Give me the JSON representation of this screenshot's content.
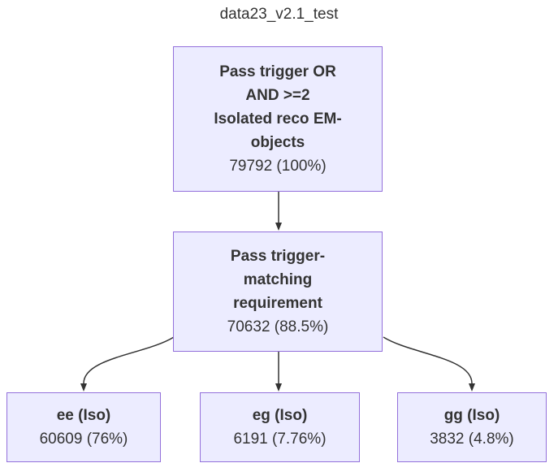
{
  "title": "data23_v2.1_test",
  "colors": {
    "background": "#FFFFFF",
    "node_fill": "#ECECFF",
    "node_border": "#9370DB",
    "text": "#333333",
    "edge": "#333333"
  },
  "nodes": {
    "root": {
      "label": "Pass trigger OR\nAND >=2\nIsolated reco EM-\nobjects",
      "count": "79792 (100%)"
    },
    "match": {
      "label": "Pass trigger-\nmatching\nrequirement",
      "count": "70632 (88.5%)"
    },
    "ee": {
      "label": "ee (Iso)",
      "count": "60609 (76%)"
    },
    "eg": {
      "label": "eg (Iso)",
      "count": "6191 (7.76%)"
    },
    "gg": {
      "label": "gg (Iso)",
      "count": "3832 (4.8%)"
    }
  },
  "edges": [
    {
      "from": "root",
      "to": "match"
    },
    {
      "from": "match",
      "to": "ee"
    },
    {
      "from": "match",
      "to": "eg"
    },
    {
      "from": "match",
      "to": "gg"
    }
  ]
}
